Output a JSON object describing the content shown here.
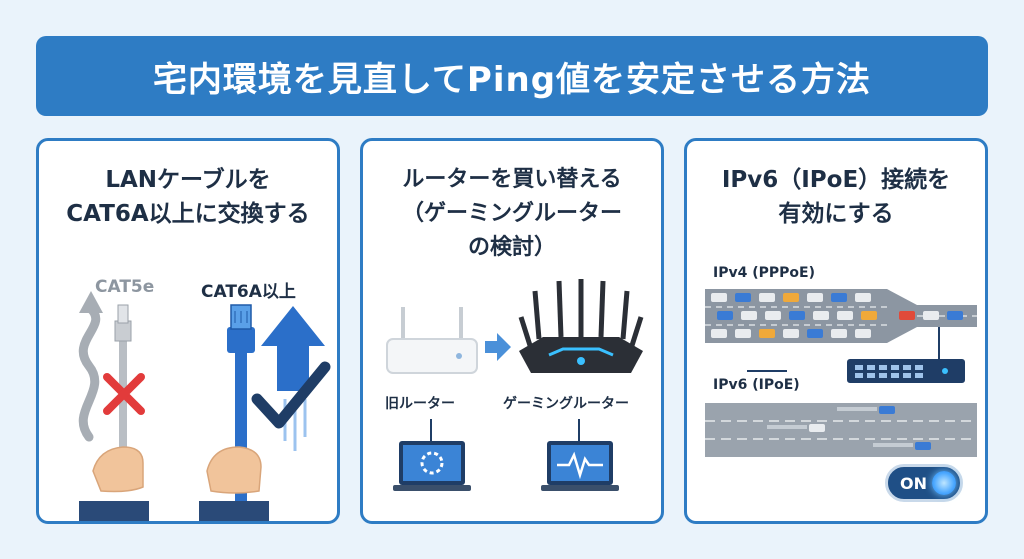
{
  "title": "宅内環境を見直してPing値を安定させる方法",
  "colors": {
    "accent": "#2e7cc4",
    "cable_blue": "#2b6fc9",
    "cross_red": "#e23b3b",
    "dark_navy": "#1f3d66"
  },
  "cards": [
    {
      "title_lines": [
        "LANケーブルを",
        "CAT6A以上に交換する"
      ],
      "left_label": "CAT5e",
      "right_label": "CAT6A以上",
      "icons": [
        "rj45-cable-icon",
        "wavy-arrow-icon",
        "cross-icon",
        "up-arrow-icon",
        "check-icon",
        "hand-icon"
      ]
    },
    {
      "title_lines": [
        "ルーターを買い替える",
        "（ゲーミングルーター",
        "の検討）"
      ],
      "old_label": "旧ルーター",
      "new_label": "ゲーミングルーター",
      "icons": [
        "router-icon",
        "gaming-router-icon",
        "arrow-right-icon",
        "laptop-loading-icon",
        "laptop-pulse-icon"
      ]
    },
    {
      "title_lines": [
        "IPv6（IPoE）接続を",
        "有効にする"
      ],
      "ipv4_label": "IPv4 (PPPoE)",
      "ipv6_label": "IPv6 (IPoE)",
      "toggle_label": "ON",
      "toggle_state": "on",
      "icons": [
        "congested-road-icon",
        "network-switch-icon",
        "clear-road-icon",
        "toggle-switch"
      ]
    }
  ]
}
